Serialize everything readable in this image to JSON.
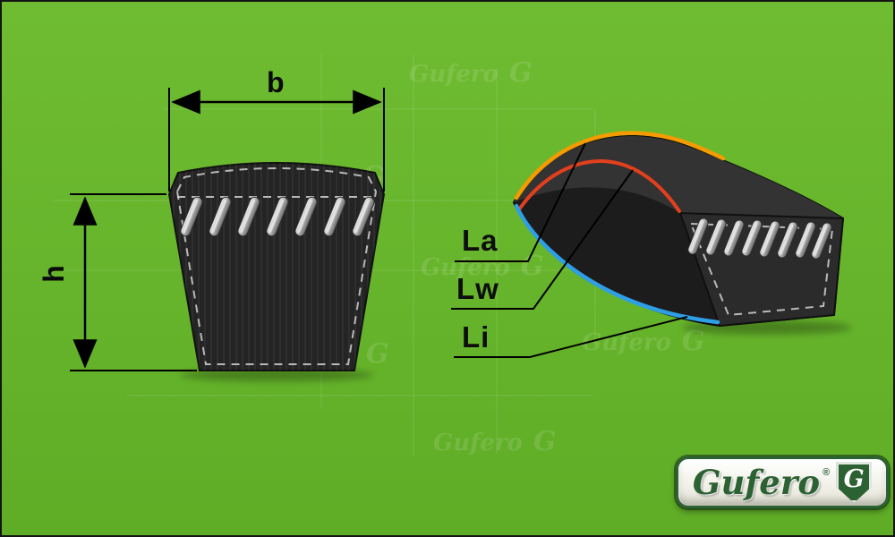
{
  "watermark": {
    "brand": "Gufero",
    "monogram": "G"
  },
  "cross_section": {
    "width_label": "b",
    "height_label": "h"
  },
  "length_labels": {
    "la": "La",
    "lw": "Lw",
    "li": "Li"
  },
  "logo": {
    "brand": "Gufero",
    "registered": "®",
    "monogram": "G"
  },
  "colors": {
    "la": "#f59b00",
    "lw": "#e33f1d",
    "li": "#2e9fe6",
    "belt": "#242424",
    "belt_side": "#1c1c1c",
    "belt_top": "#333333",
    "belt_face": "#2b2b2b",
    "dimension": "#000000"
  }
}
